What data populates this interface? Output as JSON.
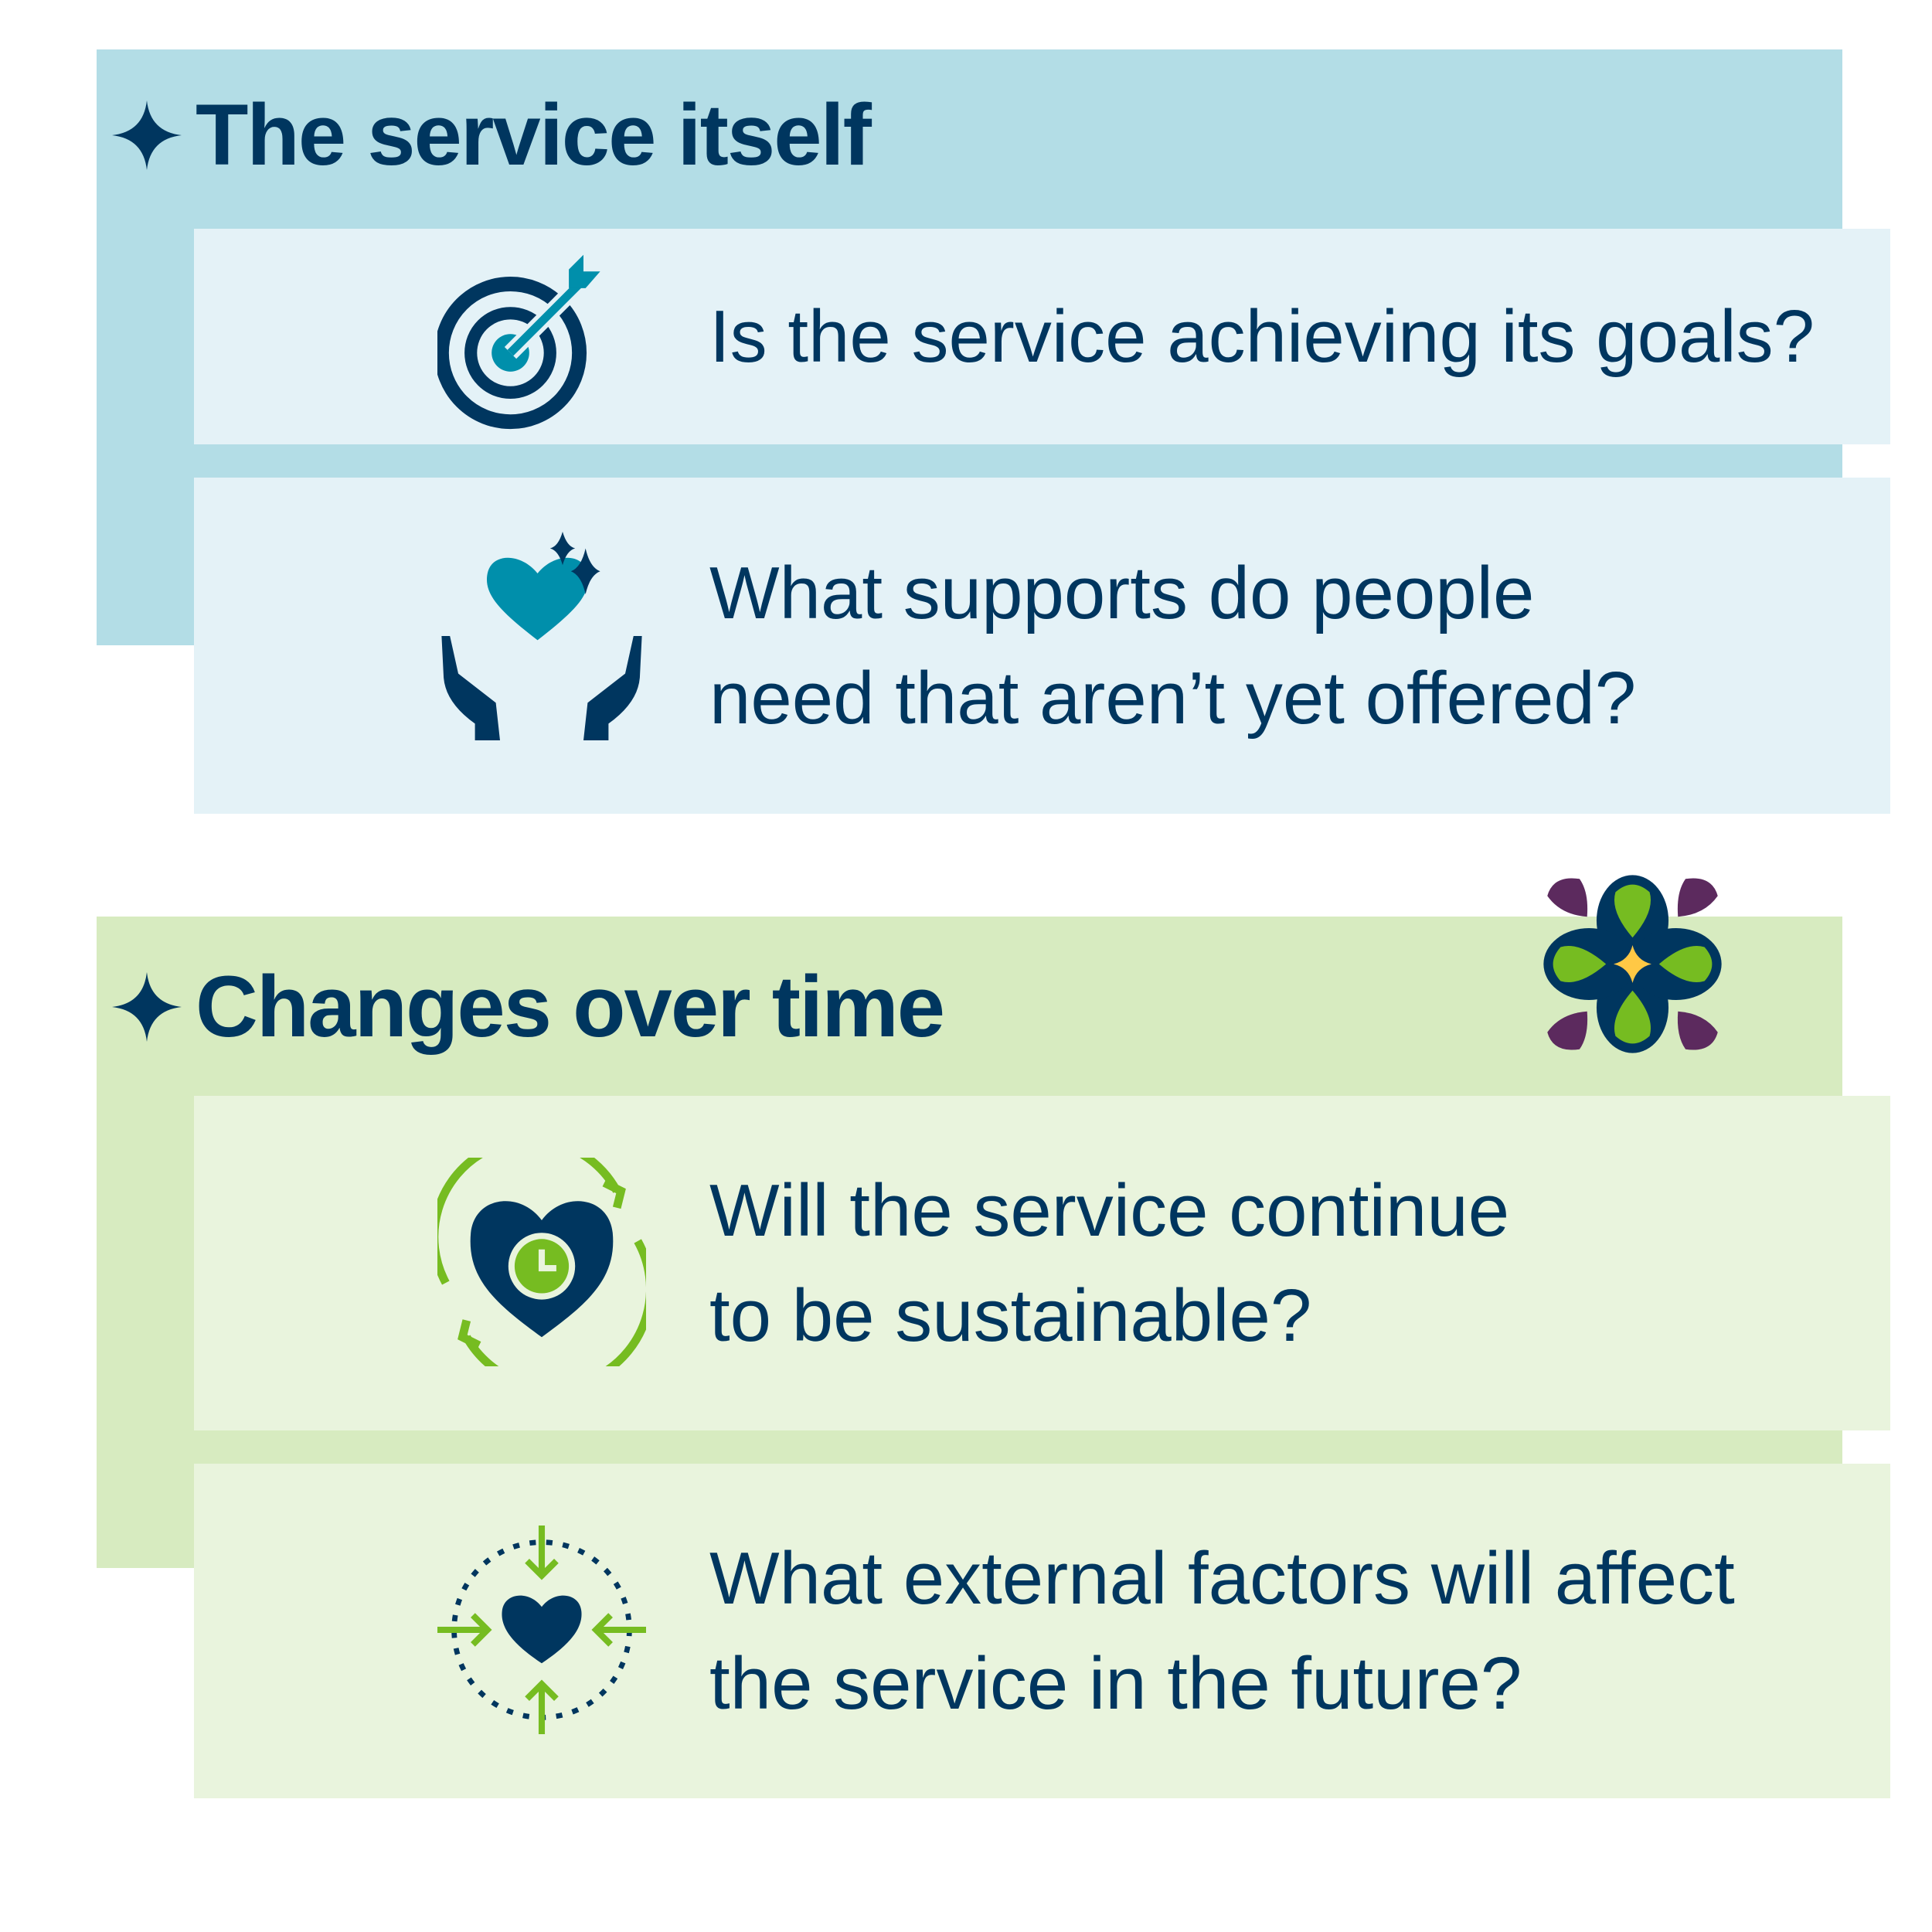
{
  "sections": [
    {
      "title": "The service itself",
      "questions": [
        {
          "lines": [
            "Is the service achieving its goals?"
          ],
          "icon": "target-arrow-icon"
        },
        {
          "lines": [
            "What supports do people",
            "need that aren’t yet offered?"
          ],
          "icon": "hands-heart-icon"
        }
      ]
    },
    {
      "title": "Changes over time",
      "questions": [
        {
          "lines": [
            "Will the service continue",
            "to be sustainable?"
          ],
          "icon": "heart-clock-cycle-icon"
        },
        {
          "lines": [
            "What external factors will affect",
            "the service in the future?"
          ],
          "icon": "heart-arrows-inward-icon"
        }
      ]
    }
  ],
  "colors": {
    "navy": "#00365f",
    "teal": "#008fab",
    "green": "#76bc21",
    "purple": "#5c2a5e",
    "yellow": "#ffc845",
    "blue_bg": "#b3dde6",
    "blue_card": "#e4f2f7",
    "green_bg": "#d7ebc0",
    "green_card": "#e9f4dd"
  }
}
